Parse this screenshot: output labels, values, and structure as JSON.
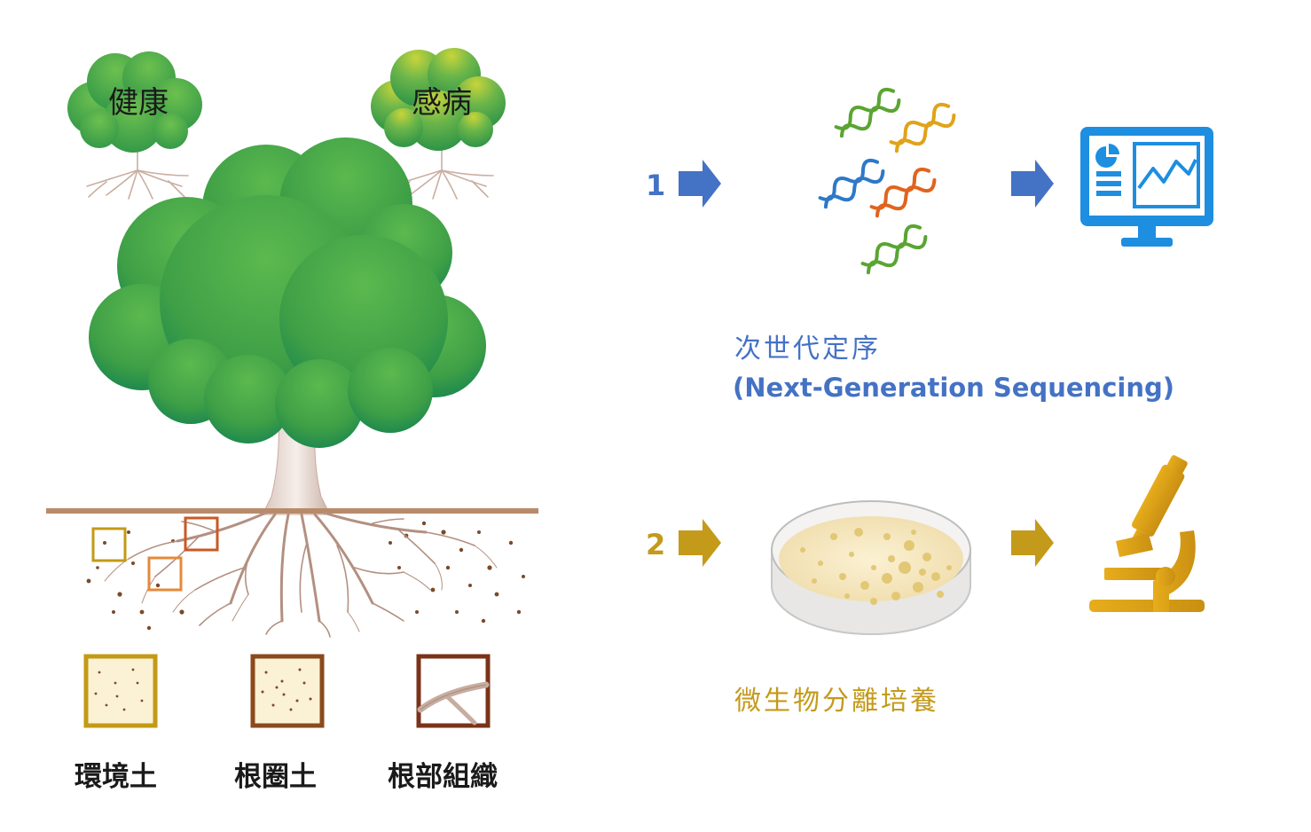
{
  "trees": {
    "healthy_label": "健康",
    "diseased_label": "感病"
  },
  "samples": [
    {
      "label": "環境土",
      "color": "#c39a16"
    },
    {
      "label": "根圈土",
      "color": "#8a4a1c"
    },
    {
      "label": "根部組織",
      "color": "#7a3318"
    }
  ],
  "method1": {
    "number": "1",
    "title_cn": "次世代定序",
    "title_en": "(Next-Generation Sequencing)",
    "color": "#4472c4"
  },
  "method2": {
    "number": "2",
    "title_cn": "微生物分離培養",
    "color": "#c49a1a"
  },
  "colors": {
    "tree_green": "#4fae48",
    "ground": "#b98a6a",
    "monitor_blue": "#1d8ee0",
    "microscope_gold": "#dfa21a"
  }
}
